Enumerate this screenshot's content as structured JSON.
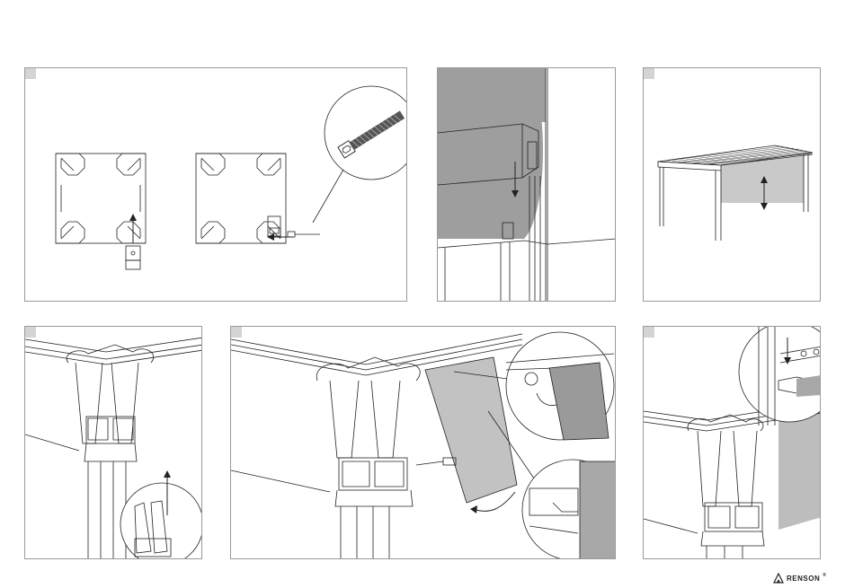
{
  "footer": {
    "brand": "RENSON",
    "brand_mark": "®"
  },
  "panels": [
    {
      "id": "p1",
      "step_marker": ""
    },
    {
      "id": "p2",
      "step_marker": ""
    },
    {
      "id": "p3",
      "step_marker": ""
    },
    {
      "id": "p4",
      "step_marker": ""
    },
    {
      "id": "p5",
      "step_marker": ""
    },
    {
      "id": "p6",
      "step_marker": ""
    }
  ],
  "colors": {
    "stroke": "#222222",
    "screen_fill": "#bdbdbd",
    "frame": "#9a9a9a",
    "marker": "#d4d4d4"
  },
  "icons": [
    "screw-icon",
    "arrow-up-icon",
    "arrow-left-icon",
    "arrow-down-icon",
    "double-arrow-icon",
    "curved-arrow-icon",
    "renson-logo-icon"
  ]
}
